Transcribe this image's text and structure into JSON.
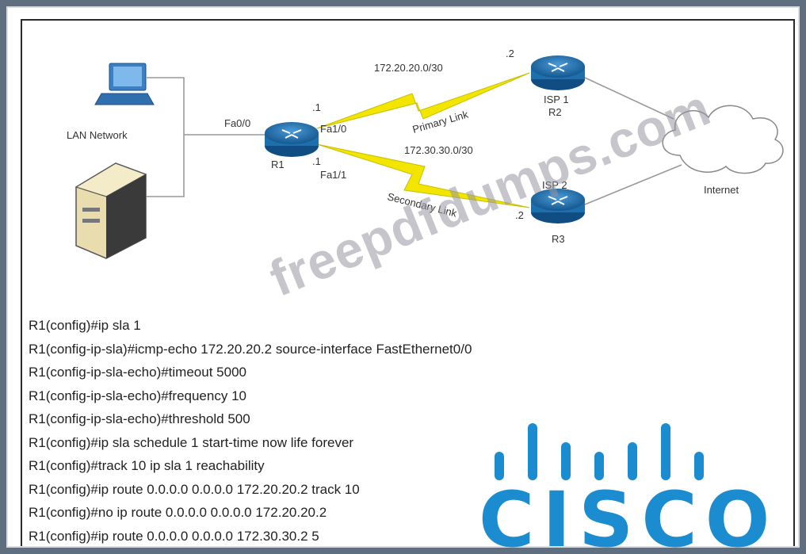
{
  "diagram": {
    "lan_label": "LAN Network",
    "r1": {
      "name": "R1",
      "fa0_0": "Fa0/0",
      "fa1_0": "Fa1/0",
      "fa1_1": "Fa1/1",
      "addr_primary": ".1",
      "addr_secondary": ".1"
    },
    "r2": {
      "name": "R2",
      "isp": "ISP 1",
      "addr": ".2"
    },
    "r3": {
      "name": "R3",
      "isp": "ISP 2",
      "addr": ".2"
    },
    "primary_subnet": "172.20.20.0/30",
    "secondary_subnet": "172.30.30.0/30",
    "primary_link": "Primary Link",
    "secondary_link": "Secondary Link",
    "internet": "Internet"
  },
  "watermark": "freepdfdumps.com",
  "config_lines": [
    "R1(config)#ip sla 1",
    "R1(config-ip-sla)#icmp-echo 172.20.20.2 source-interface FastEthernet0/0",
    "R1(config-ip-sla-echo)#timeout 5000",
    "R1(config-ip-sla-echo)#frequency 10",
    "R1(config-ip-sla-echo)#threshold 500",
    "R1(config)#ip sla schedule 1 start-time now life forever",
    "R1(config)#track 10 ip sla 1 reachability",
    "R1(config)#ip route 0.0.0.0 0.0.0.0 172.20.20.2  track 10",
    "R1(config)#no ip route 0.0.0.0 0.0.0.0 172.20.20.2",
    "R1(config)#ip route 0.0.0.0 0.0.0.0 172.30.30.2 5"
  ],
  "logo": {
    "word": "CISCO",
    "color": "#1a8ccf"
  },
  "colors": {
    "lightning": "#f2e600",
    "router": "#1d6fae",
    "background": "#5f6f80"
  }
}
